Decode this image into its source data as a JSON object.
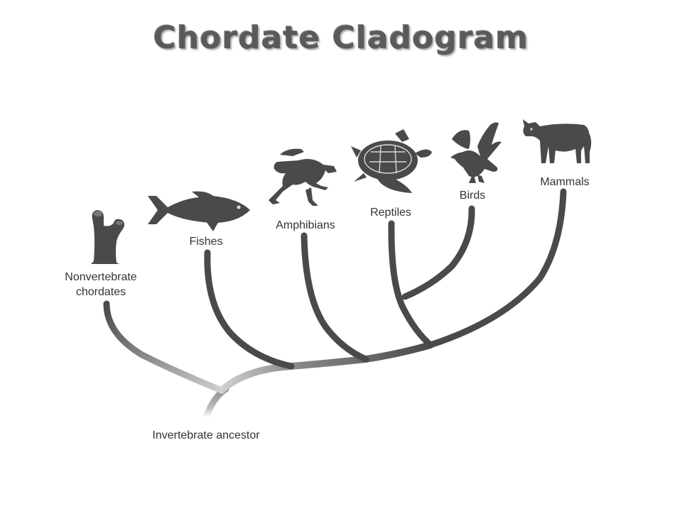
{
  "title": "Chordate Cladogram",
  "ancestor": {
    "label": "Invertebrate ancestor"
  },
  "taxa": [
    {
      "label_lines": [
        "Nonvertebrate",
        "chordates"
      ],
      "icon": "sea-squirt-icon"
    },
    {
      "label_lines": [
        "Fishes"
      ],
      "icon": "fish-icon"
    },
    {
      "label_lines": [
        "Amphibians"
      ],
      "icon": "frog-icon"
    },
    {
      "label_lines": [
        "Reptiles"
      ],
      "icon": "turtle-icon"
    },
    {
      "label_lines": [
        "Birds"
      ],
      "icon": "bird-icon"
    },
    {
      "label_lines": [
        "Mammals"
      ],
      "icon": "cow-icon"
    }
  ],
  "colors": {
    "branch": "#4a4a4a",
    "silhouette": "#4a4a4a",
    "title": "#5a5a5a"
  }
}
